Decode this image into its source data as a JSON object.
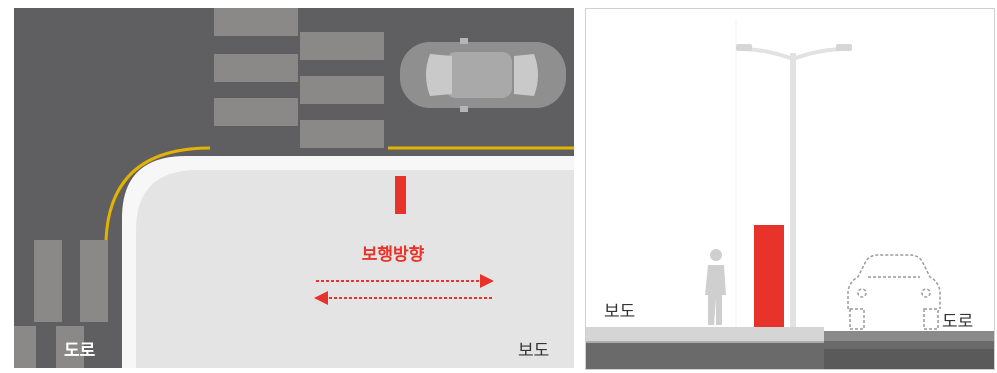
{
  "plan_view": {
    "road_label": "도로",
    "sidewalk_label": "보도",
    "direction_label": "보행방향",
    "colors": {
      "road": "#5f5f61",
      "sidewalk": "#e4e4e4",
      "curb": "#f7f7f7",
      "center_line": "#e2b400",
      "accent": "#e8332a",
      "crosswalk": "#8a8988",
      "car": "#8f8f90"
    },
    "icons": [
      "car-icon",
      "bollard-icon",
      "arrow-right-icon",
      "arrow-left-icon"
    ]
  },
  "section_view": {
    "sidewalk_label": "보도",
    "road_label": "도로",
    "colors": {
      "bollard": "#e8332a",
      "pole": "#e2e2e2",
      "ground": "#6a6a6a",
      "pavement": "#cfcfcf"
    },
    "icons": [
      "street-lamp-icon",
      "pedestrian-icon",
      "bollard-icon",
      "car-outline-icon"
    ]
  }
}
